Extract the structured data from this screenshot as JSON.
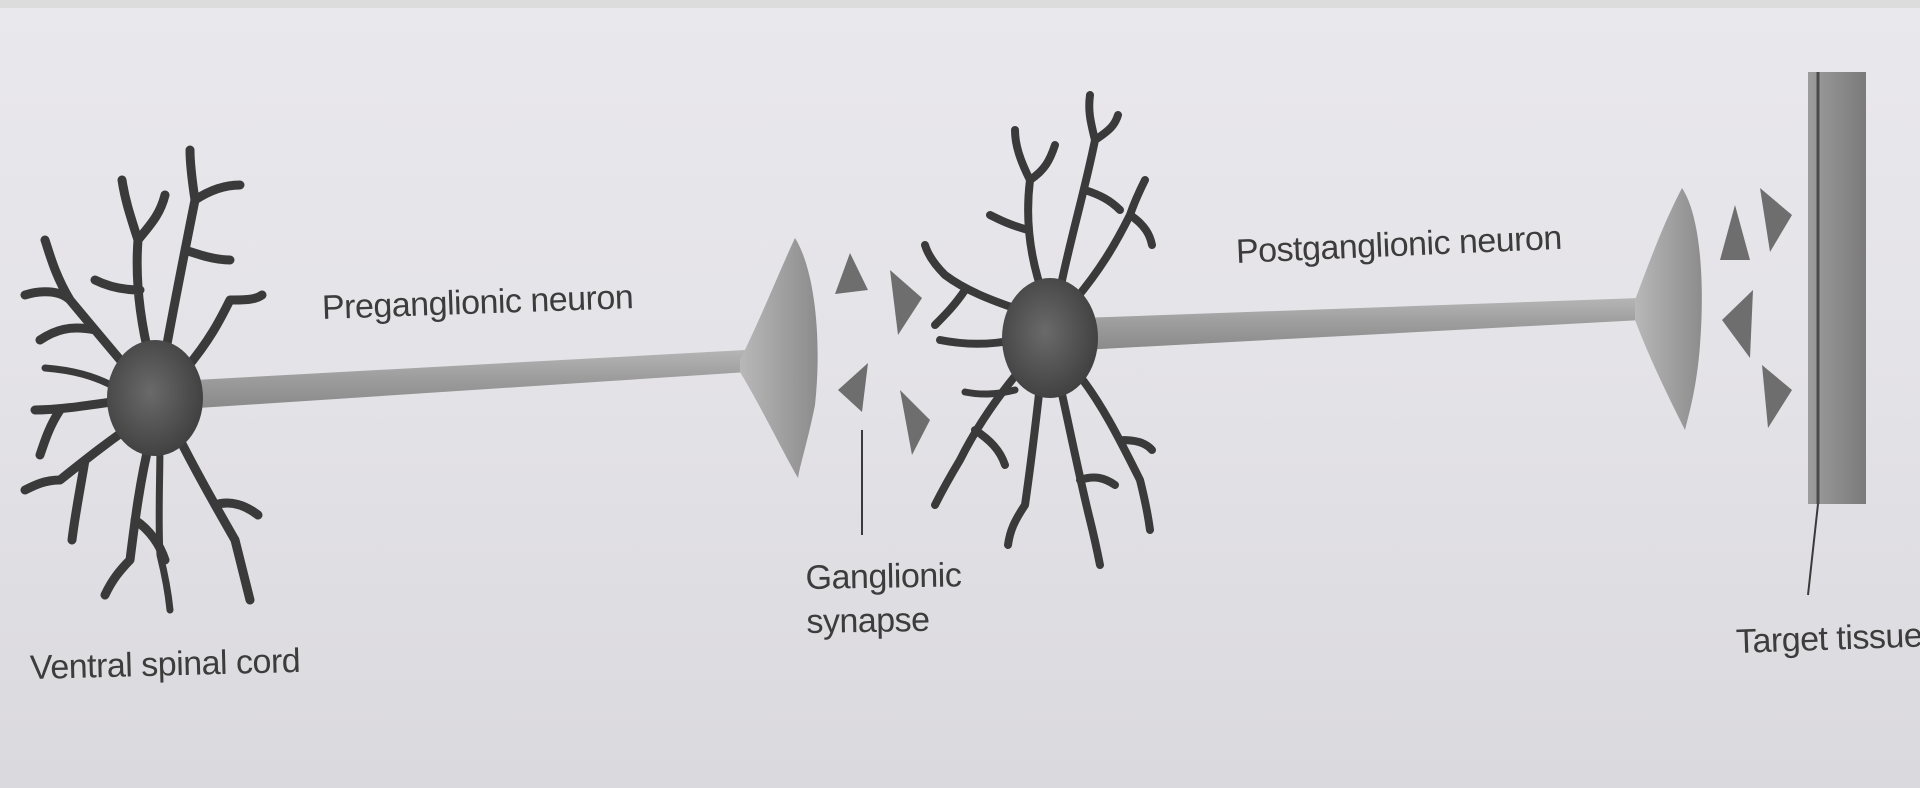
{
  "labels": {
    "preganglionic_neuron": "Preganglionic neuron",
    "postganglionic_neuron": "Postganglionic neuron",
    "ventral_spinal_cord": "Ventral spinal cord",
    "ganglionic_synapse_line1": "Ganglionic",
    "ganglionic_synapse_line2": "synapse",
    "target_tissue": "Target tissue"
  },
  "colors": {
    "paper": "#e6e5e9",
    "ink": "#3c3c3c",
    "axon": "#9a9a9a",
    "terminal": "#a8a8a8",
    "soma": "#555555",
    "triangle": "#6e6e6e",
    "tissue": "#8e8e8e"
  }
}
